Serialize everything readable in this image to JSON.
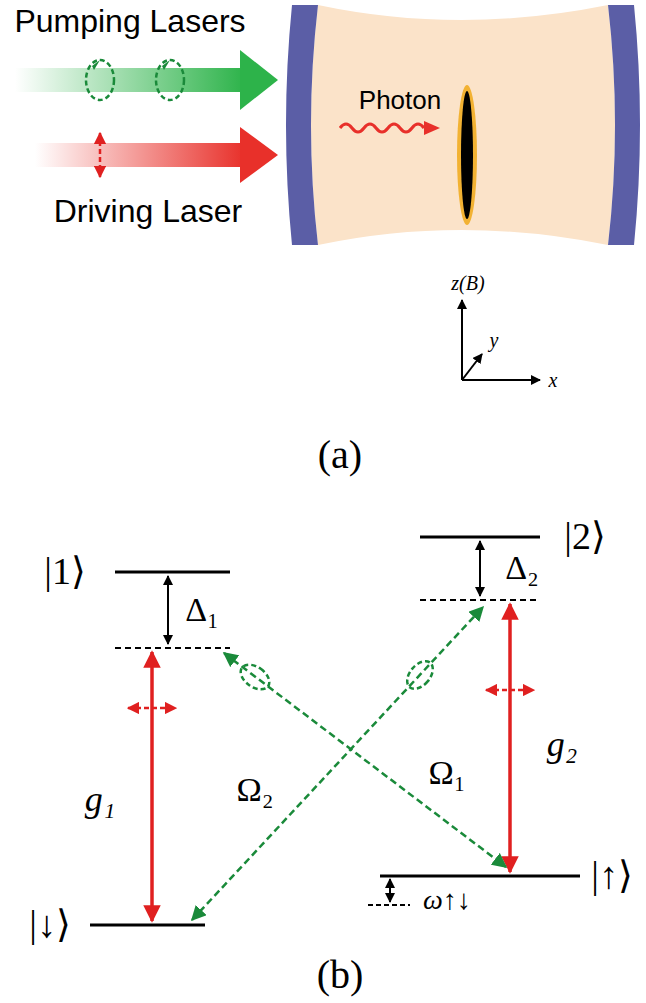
{
  "diagram": {
    "labels": [
      "Pumping Lasers",
      "Driving Laser",
      "Photon",
      "z(B)",
      "y",
      "x",
      "(a)",
      "|1⟩",
      "|2⟩",
      "|↓⟩",
      "|↑⟩",
      "Δ₁",
      "Δ₂",
      "g₁",
      "g₂",
      "Ω₂",
      "Ω₁",
      "ω↑↓",
      "(b)"
    ]
  }
}
